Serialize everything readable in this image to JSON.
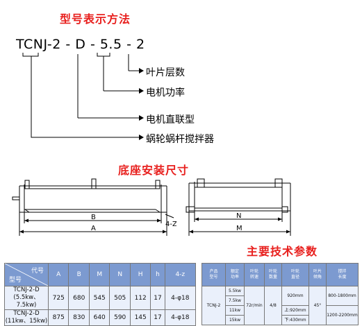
{
  "naming": {
    "title": "型号表示方法",
    "code": "TCNJ-2 - D - 5.5 - 2",
    "legend": [
      "叶片层数",
      "电机功率",
      "电机直联型",
      "蜗轮蜗杆搅拌器"
    ]
  },
  "install": {
    "title": "底座安装尺寸",
    "labels": {
      "A": "A",
      "B": "B",
      "M": "M",
      "N": "N",
      "hole": "4-Z"
    }
  },
  "specs": {
    "title": "主要技术参数"
  },
  "table1": {
    "header_top": "代号",
    "header_bottom": "型号",
    "columns": [
      "A",
      "B",
      "M",
      "N",
      "H",
      "h",
      "4-z"
    ],
    "rows": [
      {
        "model": [
          "TCNJ-2-D",
          "(5.5kw、7.5kw)"
        ],
        "values": [
          "725",
          "680",
          "545",
          "505",
          "112",
          "17",
          "4-φ18"
        ]
      },
      {
        "model": [
          "TCNJ-2-D",
          "(11kw、15kw)"
        ],
        "values": [
          "875",
          "830",
          "640",
          "590",
          "145",
          "17",
          "4-φ18"
        ]
      }
    ]
  },
  "table2": {
    "headers": [
      [
        "产品",
        "型号"
      ],
      [
        "额定",
        "功率"
      ],
      [
        "叶轮",
        "转速"
      ],
      [
        "叶轮",
        "数量"
      ],
      [
        "叶轮",
        "直径"
      ],
      [
        "叶片",
        "倾角"
      ],
      [
        "搅拌",
        "长度"
      ]
    ],
    "model": "TCNJ-2",
    "powers": [
      "5.5kw",
      "7.5kw",
      "11kw",
      "15kw"
    ],
    "speed": "72r/min",
    "count": "4/8",
    "diameters": [
      "920mm",
      "上:920mm",
      "下:430mm"
    ],
    "angle": "45°",
    "lengths": [
      "800-1800mm",
      "1200-2200mm"
    ]
  }
}
